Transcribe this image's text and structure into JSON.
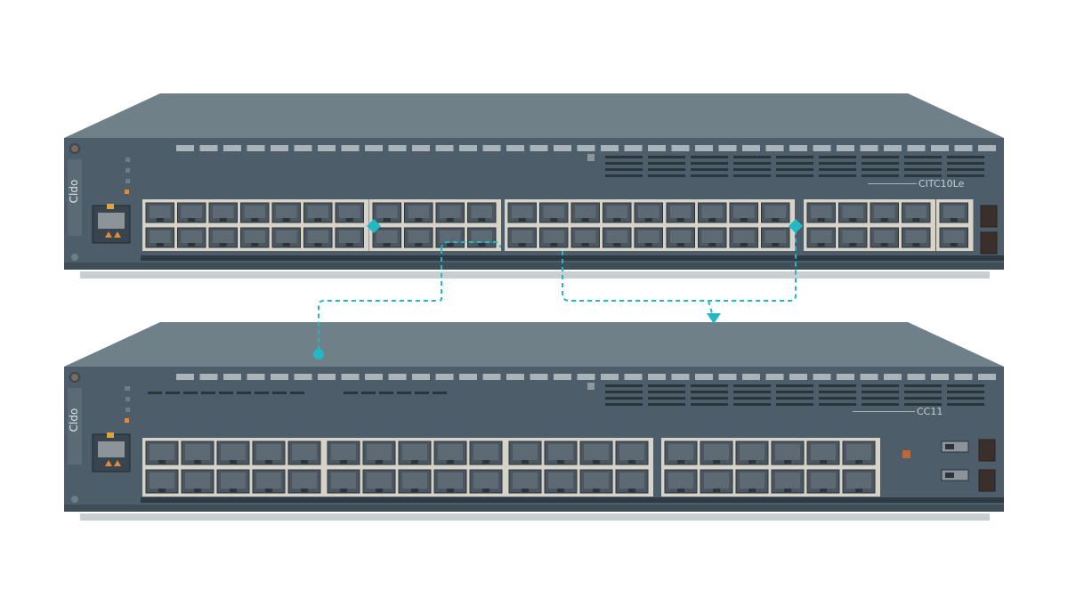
{
  "switches": [
    {
      "id": "top",
      "brand": "Cldo",
      "model": "CITC10Le"
    },
    {
      "id": "bottom",
      "brand": "Cldo",
      "model": "CC11"
    }
  ],
  "colors": {
    "background": "#ffffff",
    "chassis_top": "#6f8088",
    "chassis_front": "#4d5e6a",
    "chassis_front_dark": "#3f4f5a",
    "accent_cable": "#22b8c4",
    "port_frame": "#d7d3c8",
    "port_body": "#4a5660",
    "vent": "#a8b4ba",
    "shadow": "#c7cfd3"
  },
  "icons": [
    "power-icon",
    "warning-icon",
    "cable-connector-icon",
    "link-arrow-icon"
  ]
}
